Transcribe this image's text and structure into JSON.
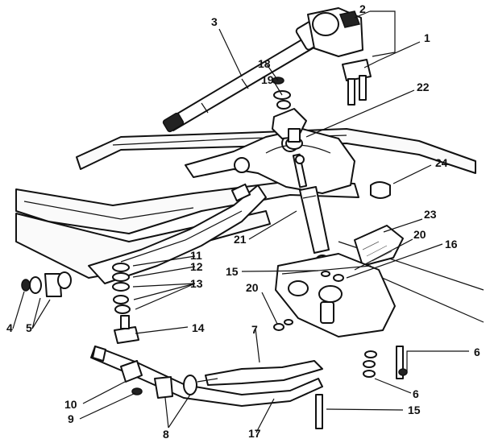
{
  "callouts": [
    "1",
    "2",
    "3",
    "4",
    "5",
    "6",
    "6",
    "7",
    "8",
    "9",
    "10",
    "11",
    "12",
    "13",
    "14",
    "15",
    "15",
    "16",
    "17",
    "18",
    "19",
    "20",
    "20",
    "21",
    "22",
    "23",
    "24"
  ]
}
